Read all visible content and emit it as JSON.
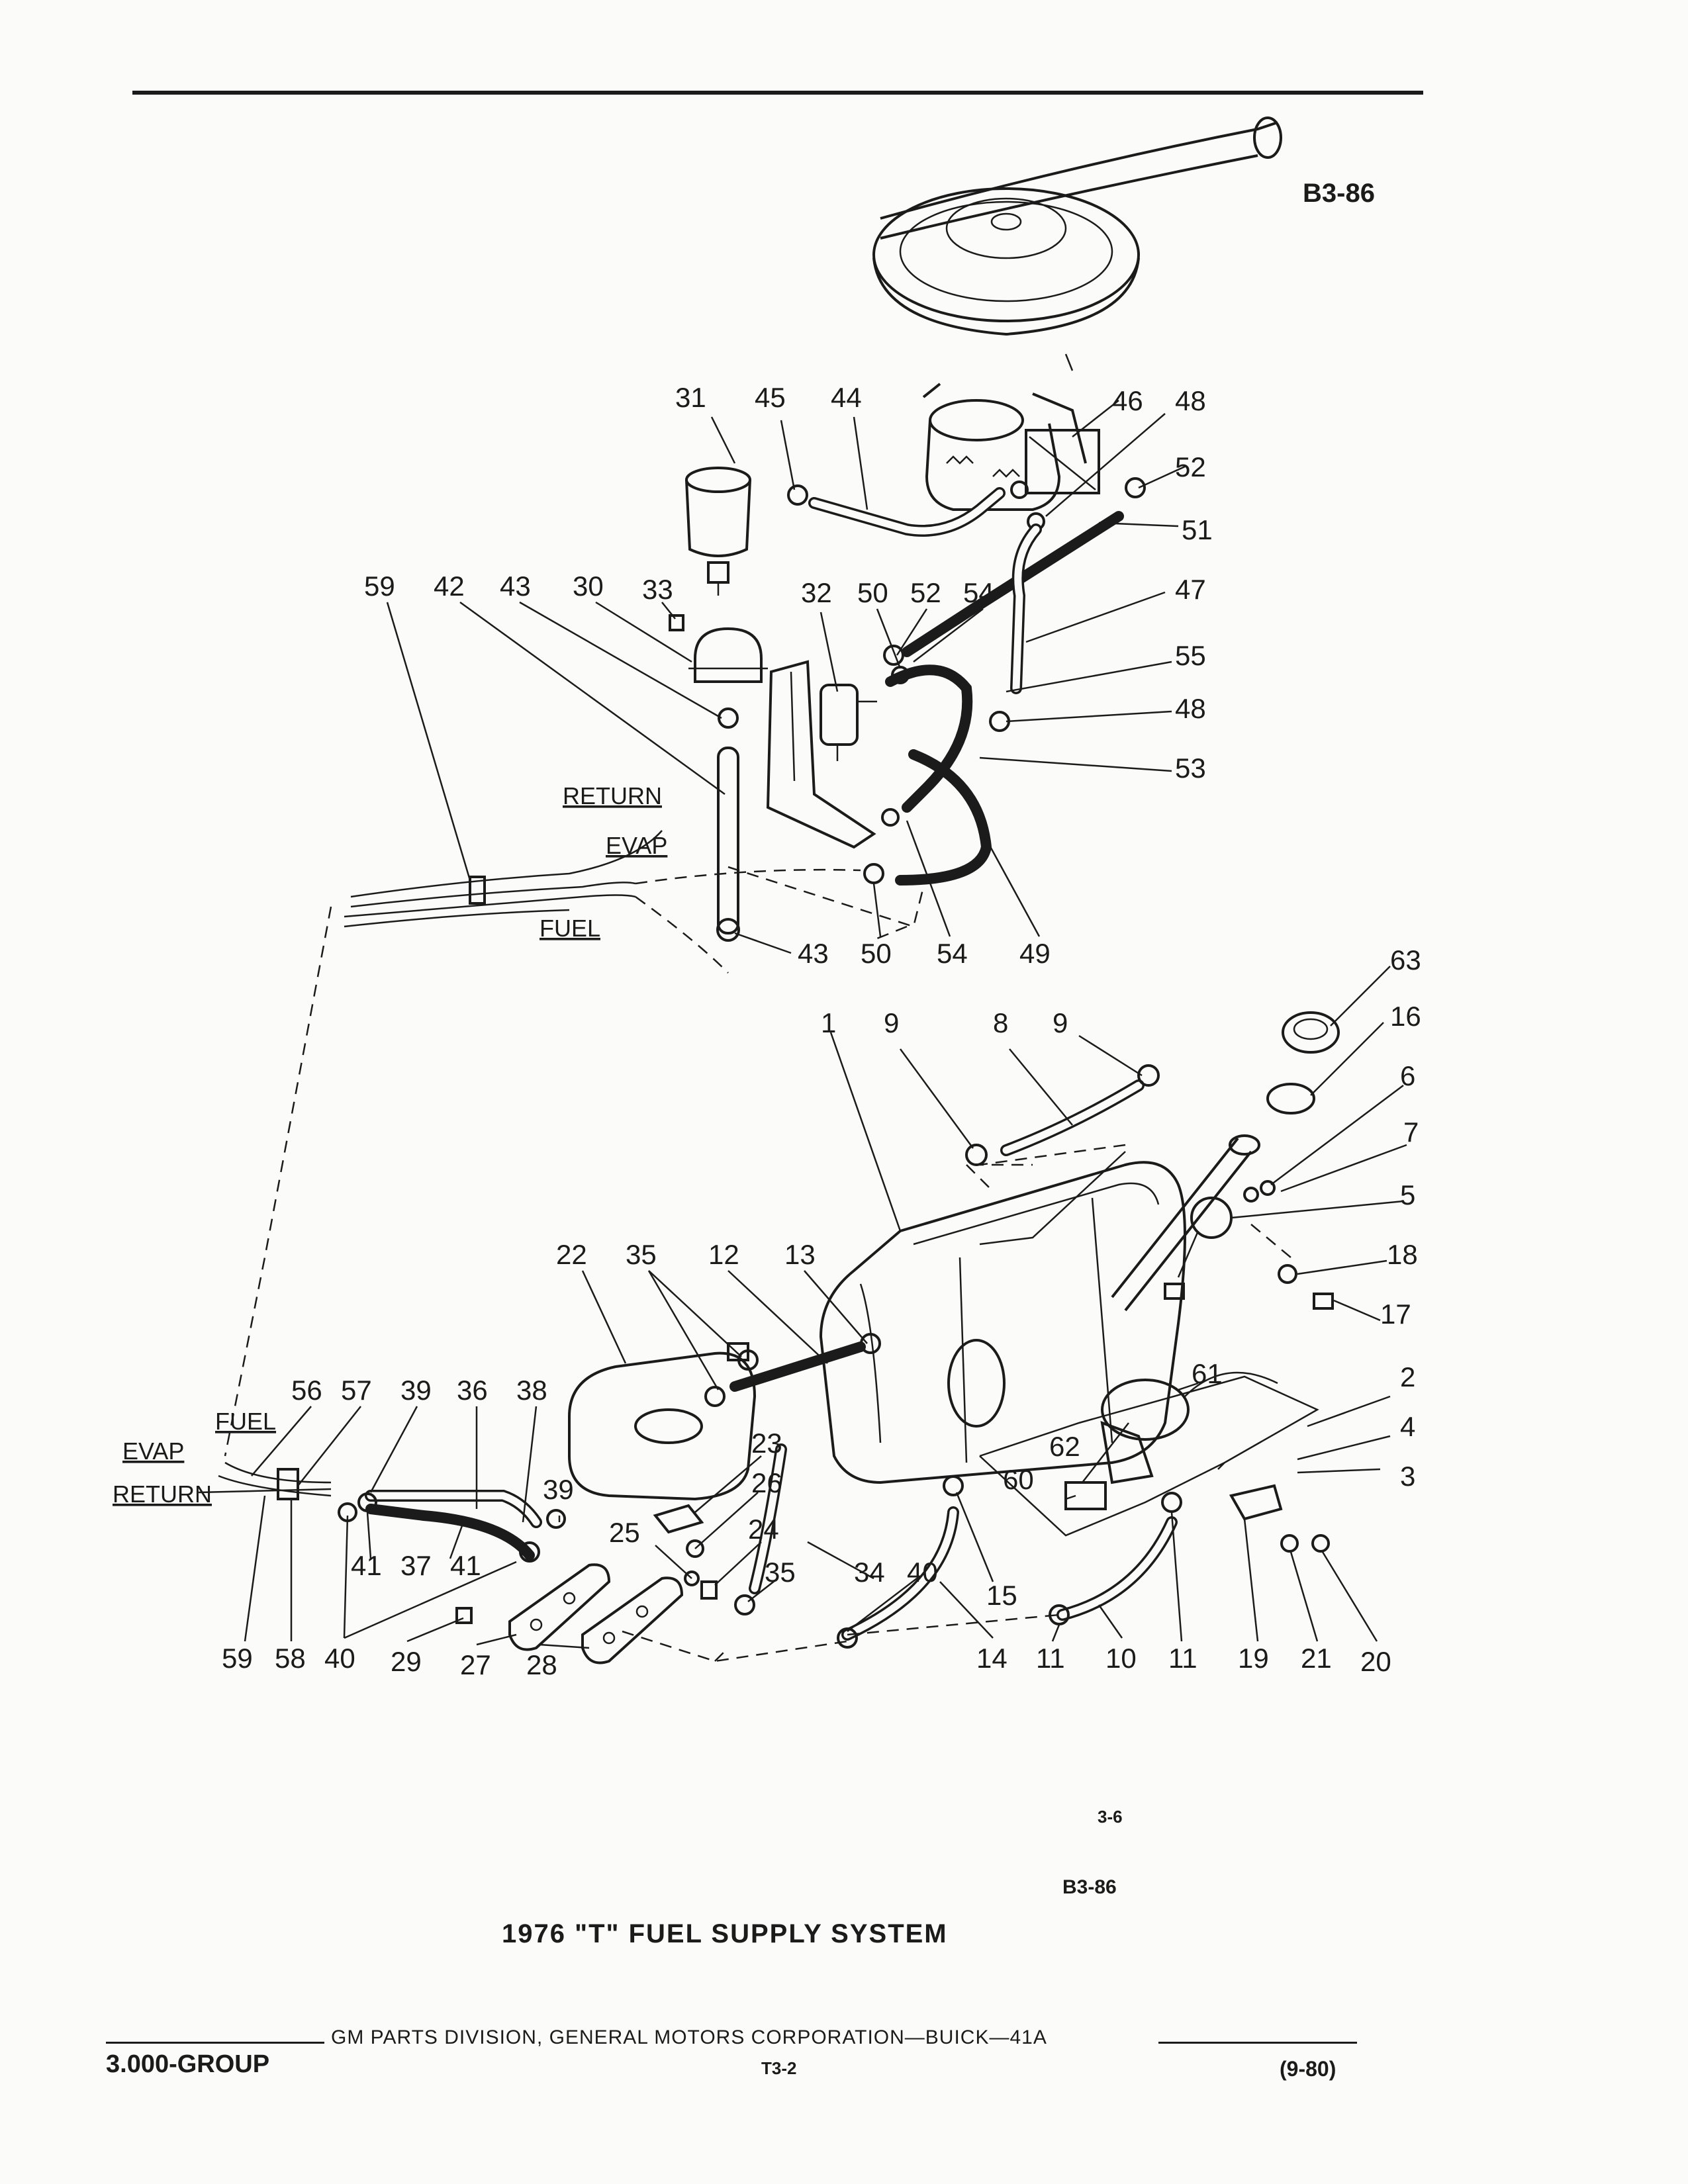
{
  "header": {
    "figure_code_top": "B3-86"
  },
  "callouts": [
    {
      "id": "c31",
      "label": "31"
    },
    {
      "id": "c45",
      "label": "45"
    },
    {
      "id": "c44",
      "label": "44"
    },
    {
      "id": "c46",
      "label": "46"
    },
    {
      "id": "c48a",
      "label": "48"
    },
    {
      "id": "c52a",
      "label": "52"
    },
    {
      "id": "c51",
      "label": "51"
    },
    {
      "id": "c59a",
      "label": "59"
    },
    {
      "id": "c42",
      "label": "42"
    },
    {
      "id": "c43a",
      "label": "43"
    },
    {
      "id": "c30",
      "label": "30"
    },
    {
      "id": "c33",
      "label": "33"
    },
    {
      "id": "c32",
      "label": "32"
    },
    {
      "id": "c50a",
      "label": "50"
    },
    {
      "id": "c52b",
      "label": "52"
    },
    {
      "id": "c54a",
      "label": "54"
    },
    {
      "id": "c47",
      "label": "47"
    },
    {
      "id": "c55",
      "label": "55"
    },
    {
      "id": "c48b",
      "label": "48"
    },
    {
      "id": "c53",
      "label": "53"
    },
    {
      "id": "c43b",
      "label": "43"
    },
    {
      "id": "c50b",
      "label": "50"
    },
    {
      "id": "c54b",
      "label": "54"
    },
    {
      "id": "c49",
      "label": "49"
    },
    {
      "id": "c63",
      "label": "63"
    },
    {
      "id": "c16",
      "label": "16"
    },
    {
      "id": "c1",
      "label": "1"
    },
    {
      "id": "c9a",
      "label": "9"
    },
    {
      "id": "c8",
      "label": "8"
    },
    {
      "id": "c9b",
      "label": "9"
    },
    {
      "id": "c6",
      "label": "6"
    },
    {
      "id": "c7",
      "label": "7"
    },
    {
      "id": "c5",
      "label": "5"
    },
    {
      "id": "c18",
      "label": "18"
    },
    {
      "id": "c17",
      "label": "17"
    },
    {
      "id": "c22",
      "label": "22"
    },
    {
      "id": "c35a",
      "label": "35"
    },
    {
      "id": "c12",
      "label": "12"
    },
    {
      "id": "c13",
      "label": "13"
    },
    {
      "id": "c61",
      "label": "61"
    },
    {
      "id": "c2",
      "label": "2"
    },
    {
      "id": "c4",
      "label": "4"
    },
    {
      "id": "c3",
      "label": "3"
    },
    {
      "id": "c56",
      "label": "56"
    },
    {
      "id": "c57",
      "label": "57"
    },
    {
      "id": "c39a",
      "label": "39"
    },
    {
      "id": "c36",
      "label": "36"
    },
    {
      "id": "c38",
      "label": "38"
    },
    {
      "id": "c23",
      "label": "23"
    },
    {
      "id": "c62",
      "label": "62"
    },
    {
      "id": "c60",
      "label": "60"
    },
    {
      "id": "c26",
      "label": "26"
    },
    {
      "id": "c39b",
      "label": "39"
    },
    {
      "id": "c25",
      "label": "25"
    },
    {
      "id": "c24",
      "label": "24"
    },
    {
      "id": "c41a",
      "label": "41"
    },
    {
      "id": "c37",
      "label": "37"
    },
    {
      "id": "c41b",
      "label": "41"
    },
    {
      "id": "c35b",
      "label": "35"
    },
    {
      "id": "c34",
      "label": "34"
    },
    {
      "id": "c40a",
      "label": "40"
    },
    {
      "id": "c15",
      "label": "15"
    },
    {
      "id": "c59b",
      "label": "59"
    },
    {
      "id": "c58",
      "label": "58"
    },
    {
      "id": "c40b",
      "label": "40"
    },
    {
      "id": "c29",
      "label": "29"
    },
    {
      "id": "c27",
      "label": "27"
    },
    {
      "id": "c28",
      "label": "28"
    },
    {
      "id": "c14",
      "label": "14"
    },
    {
      "id": "c11a",
      "label": "11"
    },
    {
      "id": "c10",
      "label": "10"
    },
    {
      "id": "c11b",
      "label": "11"
    },
    {
      "id": "c19",
      "label": "19"
    },
    {
      "id": "c21",
      "label": "21"
    },
    {
      "id": "c20",
      "label": "20"
    }
  ],
  "line_tags": {
    "return_top": "RETURN",
    "evap_top": "EVAP",
    "fuel_top": "FUEL",
    "fuel_bottom": "FUEL",
    "evap_bottom": "EVAP",
    "return_bottom": "RETURN"
  },
  "footer": {
    "page_number": "3-6",
    "figure_code_bottom": "B3-86",
    "caption": "1976 \"T\" FUEL SUPPLY SYSTEM",
    "publisher_line": "GM PARTS DIVISION, GENERAL MOTORS CORPORATION—BUICK—41A",
    "group": "3.000-GROUP",
    "section_code": "T3-2",
    "date_code": "(9-80)"
  }
}
